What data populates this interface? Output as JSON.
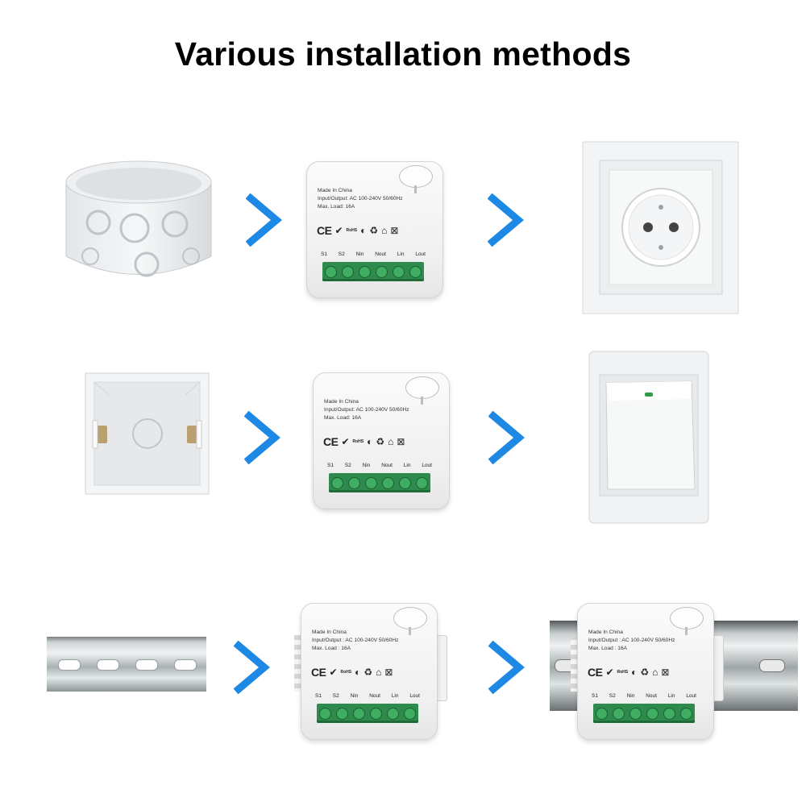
{
  "title": "Various installation methods",
  "module": {
    "made_in": "Made In China",
    "input_output": "Input/Output: AC 100-240V 50/60Hz",
    "max_load": "Max. Load: 16A",
    "input_output_alt": "Input/Output : AC 100-240V 50/60Hz",
    "max_load_alt": "Max. Load : 16A",
    "ce": "CE",
    "rohs": "RoHS",
    "terminals": [
      "S1",
      "S2",
      "Nin",
      "Nout",
      "Lin",
      "Lout"
    ]
  },
  "colors": {
    "arrow": "#1e88e5",
    "terminal": "#2e8b4d",
    "title": "#000000"
  },
  "icons": [
    "round-junction-box-icon",
    "square-junction-box-icon",
    "din-rail-icon",
    "wall-socket-icon",
    "light-switch-icon",
    "chevron-right-icon"
  ]
}
